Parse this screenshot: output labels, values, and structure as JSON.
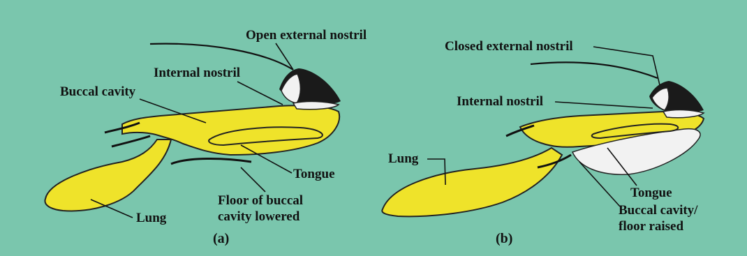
{
  "panel_a": {
    "caption": "(a)",
    "labels": {
      "open_external_nostril": "Open external nostril",
      "internal_nostril": "Internal nostril",
      "buccal_cavity": "Buccal cavity",
      "tongue": "Tongue",
      "lung": "Lung",
      "floor_line1": "Floor of buccal",
      "floor_line2": "cavity lowered"
    }
  },
  "panel_b": {
    "caption": "(b)",
    "labels": {
      "closed_external_nostril": "Closed external nostril",
      "internal_nostril": "Internal nostril",
      "lung": "Lung",
      "tongue": "Tongue",
      "buccal_line1": "Buccal cavity/",
      "buccal_line2": "floor raised"
    }
  },
  "colors": {
    "background": "#7ac6ad",
    "organ_fill": "#efe32a",
    "outline": "#222222",
    "tongue_white": "#f2f2f2"
  }
}
